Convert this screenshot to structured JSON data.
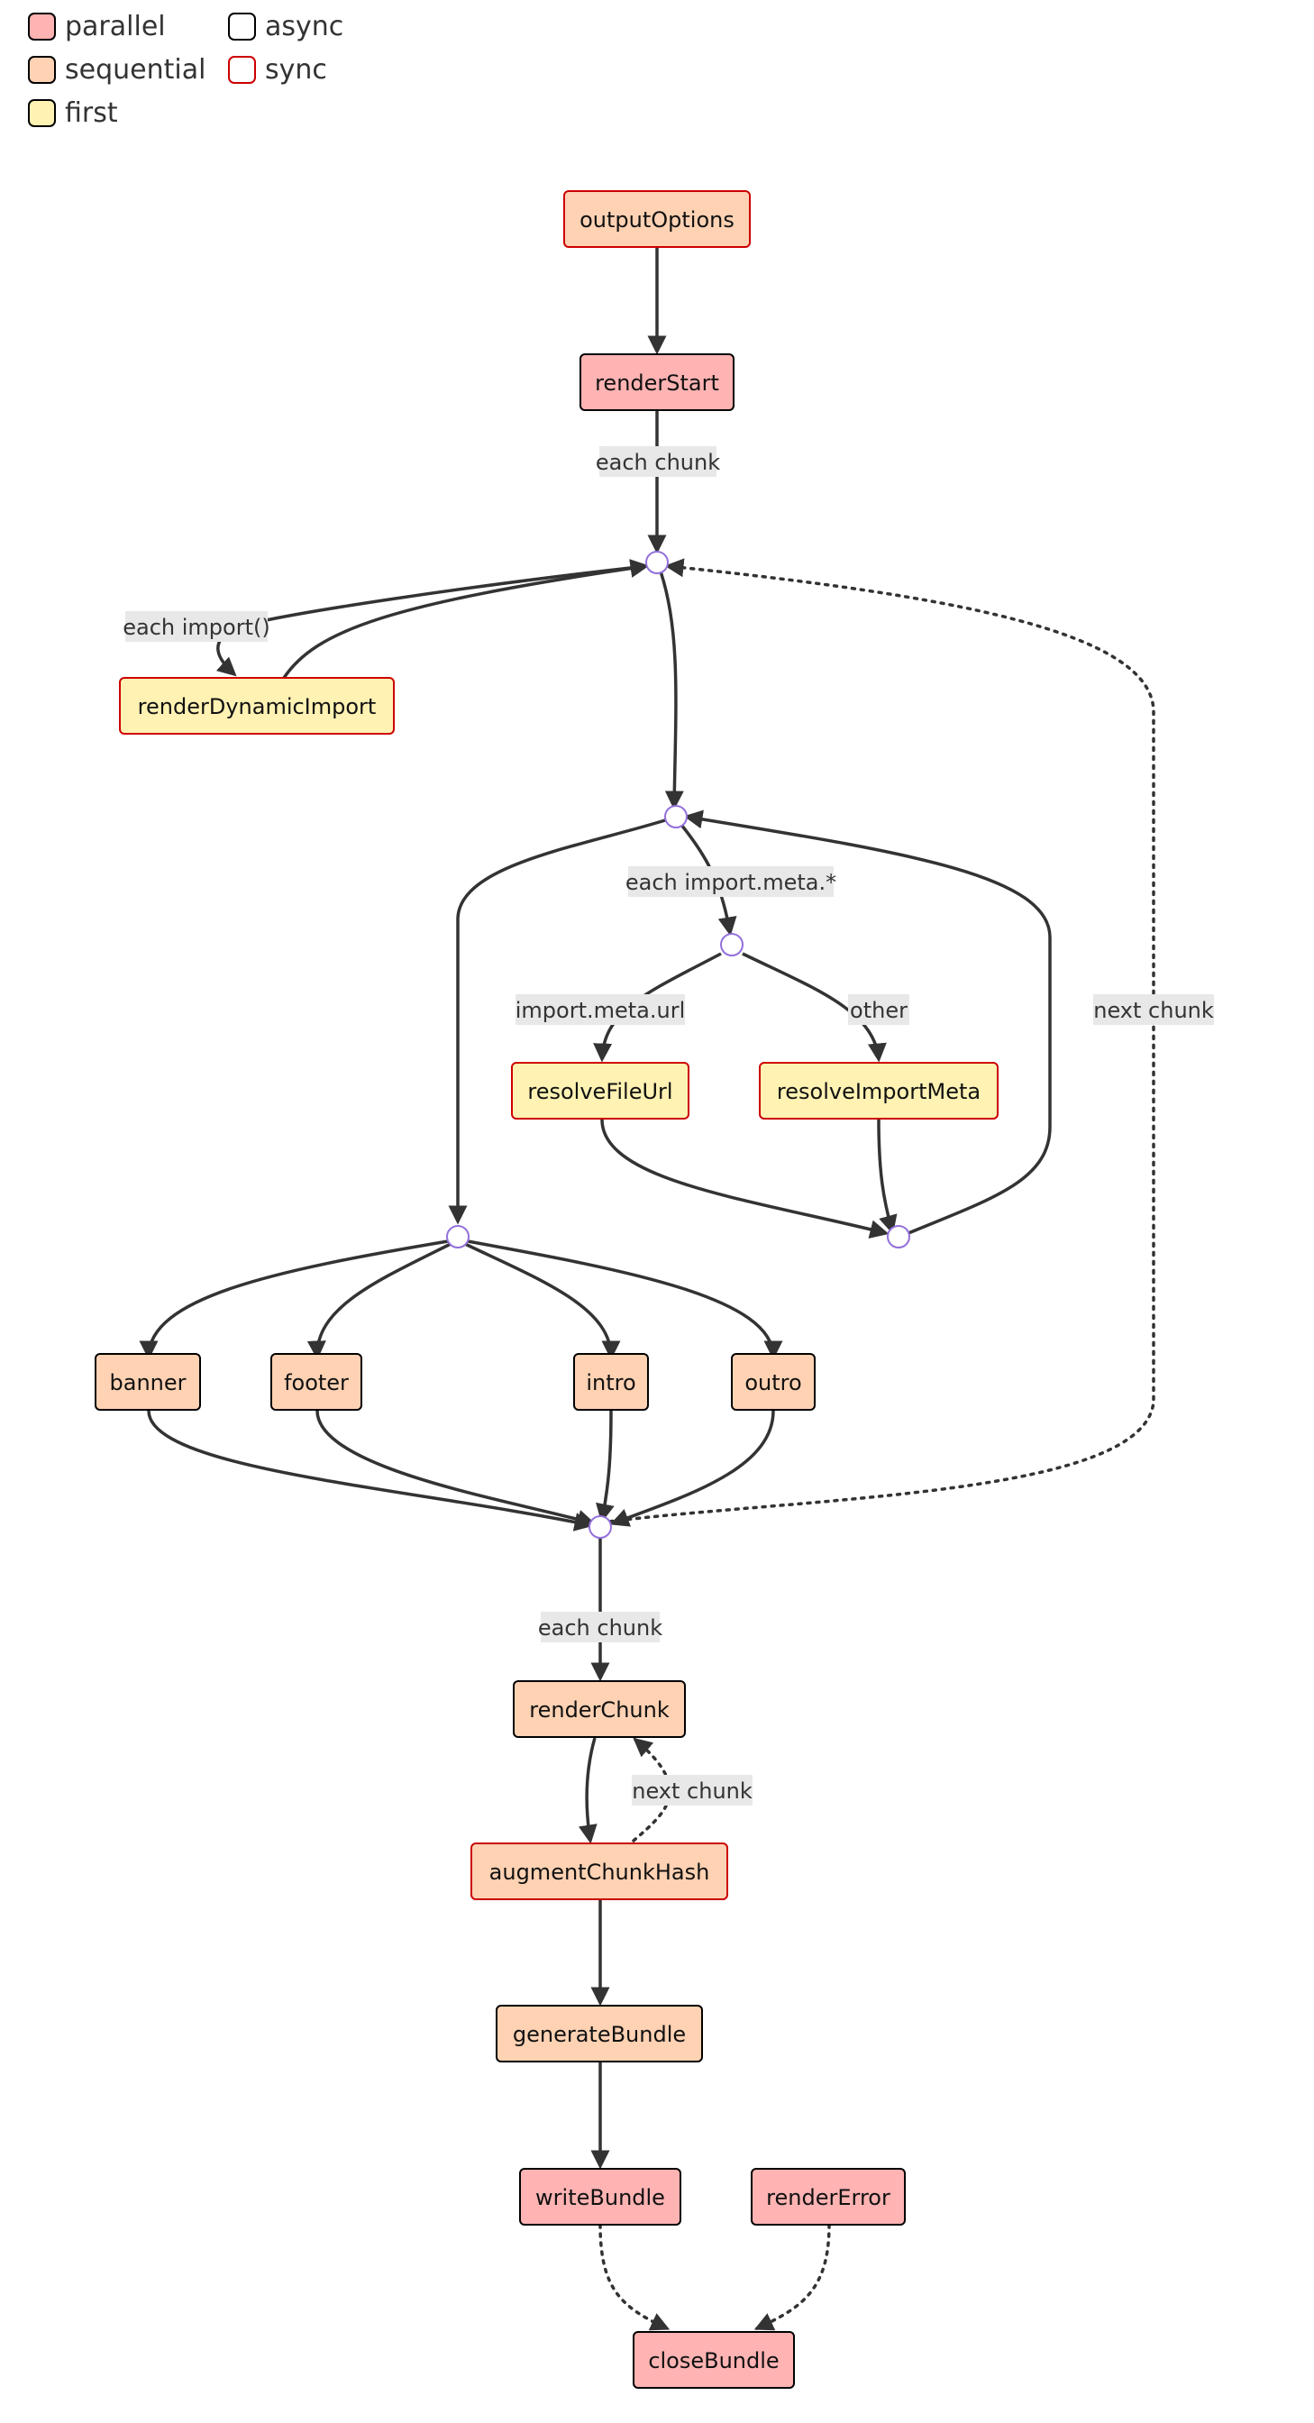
{
  "colors": {
    "parallel": "#ffb3b3",
    "sequential": "#ffd2b3",
    "first": "#fff2b3",
    "async_border": "#000000",
    "sync_border": "#cc0000",
    "edge": "#333333",
    "junction_border": "#9370db",
    "label_bg": "#e8e8e8"
  },
  "legend": [
    {
      "key": "parallel",
      "label": "parallel",
      "type": "fill"
    },
    {
      "key": "sequential",
      "label": "sequential",
      "type": "fill"
    },
    {
      "key": "first",
      "label": "first",
      "type": "fill"
    },
    {
      "key": "async",
      "label": "async",
      "type": "border"
    },
    {
      "key": "sync",
      "label": "sync",
      "type": "border"
    }
  ],
  "nodes": [
    {
      "id": "outputOptions",
      "label": "outputOptions",
      "kind": "sequential",
      "mode": "sync"
    },
    {
      "id": "renderStart",
      "label": "renderStart",
      "kind": "parallel",
      "mode": "async"
    },
    {
      "id": "renderDynamicImport",
      "label": "renderDynamicImport",
      "kind": "first",
      "mode": "sync"
    },
    {
      "id": "resolveFileUrl",
      "label": "resolveFileUrl",
      "kind": "first",
      "mode": "sync"
    },
    {
      "id": "resolveImportMeta",
      "label": "resolveImportMeta",
      "kind": "first",
      "mode": "sync"
    },
    {
      "id": "banner",
      "label": "banner",
      "kind": "sequential",
      "mode": "async"
    },
    {
      "id": "footer",
      "label": "footer",
      "kind": "sequential",
      "mode": "async"
    },
    {
      "id": "intro",
      "label": "intro",
      "kind": "sequential",
      "mode": "async"
    },
    {
      "id": "outro",
      "label": "outro",
      "kind": "sequential",
      "mode": "async"
    },
    {
      "id": "renderChunk",
      "label": "renderChunk",
      "kind": "sequential",
      "mode": "async"
    },
    {
      "id": "augmentChunkHash",
      "label": "augmentChunkHash",
      "kind": "sequential",
      "mode": "sync"
    },
    {
      "id": "generateBundle",
      "label": "generateBundle",
      "kind": "sequential",
      "mode": "async"
    },
    {
      "id": "writeBundle",
      "label": "writeBundle",
      "kind": "parallel",
      "mode": "async"
    },
    {
      "id": "renderError",
      "label": "renderError",
      "kind": "parallel",
      "mode": "async"
    },
    {
      "id": "closeBundle",
      "label": "closeBundle",
      "kind": "parallel",
      "mode": "async"
    }
  ],
  "edge_labels": {
    "each_chunk_top": "each chunk",
    "each_import": "each import()",
    "each_import_meta": "each import.meta.*",
    "import_meta_url": "import.meta.url",
    "other": "other",
    "next_chunk_right": "next chunk",
    "each_chunk_bottom": "each chunk",
    "next_chunk_render": "next chunk"
  }
}
